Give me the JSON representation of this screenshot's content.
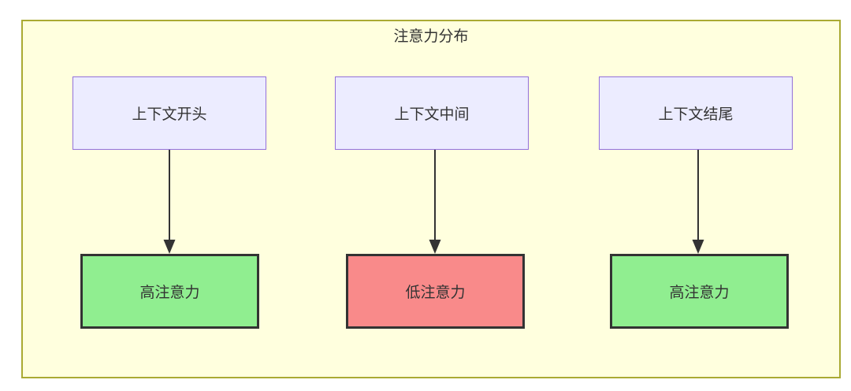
{
  "diagram": {
    "title": "注意力分布",
    "columns": [
      {
        "source": "上下文开头",
        "target": "高注意力",
        "target_type": "high"
      },
      {
        "source": "上下文中间",
        "target": "低注意力",
        "target_type": "low"
      },
      {
        "source": "上下文结尾",
        "target": "高注意力",
        "target_type": "high"
      }
    ],
    "colors": {
      "container_bg": "#FFFFDE",
      "container_border": "#AAAA33",
      "source_bg": "#ECECFF",
      "source_border": "#9370DB",
      "high_attention_bg": "#90EE90",
      "low_attention_bg": "#F98A8A",
      "result_border": "#333333",
      "arrow": "#333333",
      "text": "#333333"
    },
    "icons": [
      {
        "name": "arrow-down-icon",
        "count": 3
      }
    ]
  }
}
